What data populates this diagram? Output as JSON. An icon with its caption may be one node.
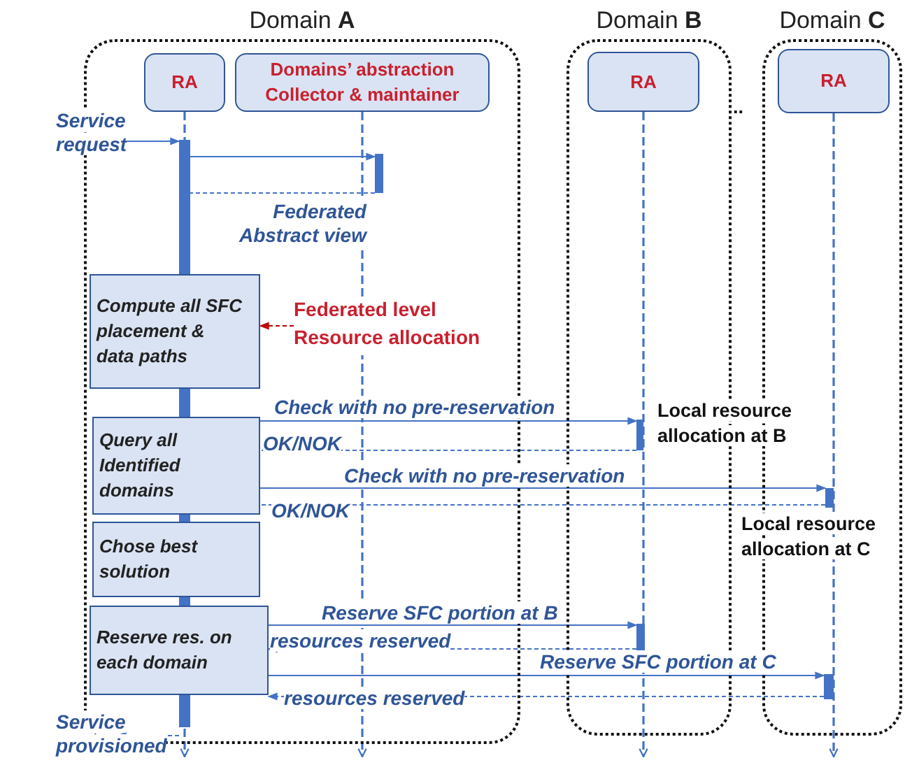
{
  "diagram": {
    "nodes": [
      {
        "text": [
          "Domain **A**"
        ]
      },
      {
        "text": [
          "RA"
        ],
        "in": 0
      },
      {
        "text": [
          "Domains’ abstraction Collector & maintainer"
        ],
        "in": 0
      },
      {
        "text": [
          "Domain **B**"
        ]
      },
      {
        "text": [
          "RA"
        ],
        "in": 3
      },
      {
        "text": [
          "Domain **C**"
        ]
      },
      {
        "text": [
          "RA"
        ],
        "in": 5
      },
      {
        "text": [],
        "shape": "bar",
        "in": 0
      },
      {
        "text": [],
        "shape": "bar",
        "in": 0
      },
      {
        "text": [
          "Compute all SFC placement & data paths"
        ],
        "in": 0
      },
      {
        "text": [
          "Federated level Resource allocation"
        ],
        "in": 0
      },
      {
        "text": [
          "Query all Identified domains"
        ],
        "in": 0
      },
      {
        "text": [
          "Chose best solution"
        ],
        "in": 0
      },
      {
        "text": [
          "Reserve res. on each domain"
        ],
        "in": 0
      },
      {
        "text": [],
        "shape": "bar",
        "in": 3
      },
      {
        "text": [],
        "shape": "bar",
        "in": 5
      },
      {
        "text": [],
        "shape": "bar",
        "in": 3
      },
      {
        "text": [],
        "shape": "bar",
        "in": 5
      },
      {
        "text": [],
        "shape": "bar",
        "in": 0
      },
      {
        "text": [],
        "shape": "bar",
        "in": 0
      },
      {
        "text": [],
        "shape": "bar",
        "in": 0
      },
      {
        "text": [],
        "shape": "bar",
        "in": 0
      }
    ],
    "edges": [
      {
        "from": 1,
        "to": null,
        "arrow": "to",
        "style": "dashed"
      },
      {
        "from": 2,
        "to": null,
        "arrow": "to",
        "style": "dashed"
      },
      {
        "from": 4,
        "to": null,
        "arrow": "to",
        "style": "dashed"
      },
      {
        "from": 6,
        "to": null,
        "arrow": "to",
        "style": "dashed"
      },
      {
        "from": null,
        "to": 7,
        "arrow": "to",
        "label": "Service request"
      },
      {
        "from": 7,
        "to": 8,
        "arrow": "to"
      },
      {
        "from": 8,
        "to": 7,
        "arrow": "none",
        "style": "dashed",
        "label": "Federated Abstract view"
      },
      {
        "from": 10,
        "to": 9,
        "arrow": "to",
        "style": "dashed",
        "color": "#c00000"
      },
      {
        "from": 11,
        "to": 14,
        "arrow": "to",
        "label": "Check with no pre-reservation"
      },
      {
        "from": 14,
        "to": 11,
        "arrow": "none",
        "style": "dashed",
        "label": "OK/NOK"
      },
      {
        "from": 11,
        "to": 15,
        "arrow": "to",
        "label": "Check with no pre-reservation"
      },
      {
        "from": 15,
        "to": 11,
        "arrow": "none",
        "style": "dashed",
        "label": "OK/NOK"
      },
      {
        "from": 13,
        "to": 16,
        "arrow": "to",
        "label": "Reserve SFC portion at B"
      },
      {
        "from": 16,
        "to": 13,
        "arrow": "to",
        "style": "dashed",
        "label": "resources reserved"
      },
      {
        "from": 13,
        "to": 17,
        "arrow": "to",
        "label": "Reserve SFC portion at C"
      },
      {
        "from": 17,
        "to": 13,
        "arrow": "to",
        "style": "dashed",
        "label": "resources reserved"
      },
      {
        "from": 21,
        "to": null,
        "arrow": "to",
        "style": "dashed",
        "label": "Service provisioned"
      }
    ],
    "labels": [
      "Local resource allocation at B",
      "Local resource allocation at C",
      ".."
    ]
  }
}
